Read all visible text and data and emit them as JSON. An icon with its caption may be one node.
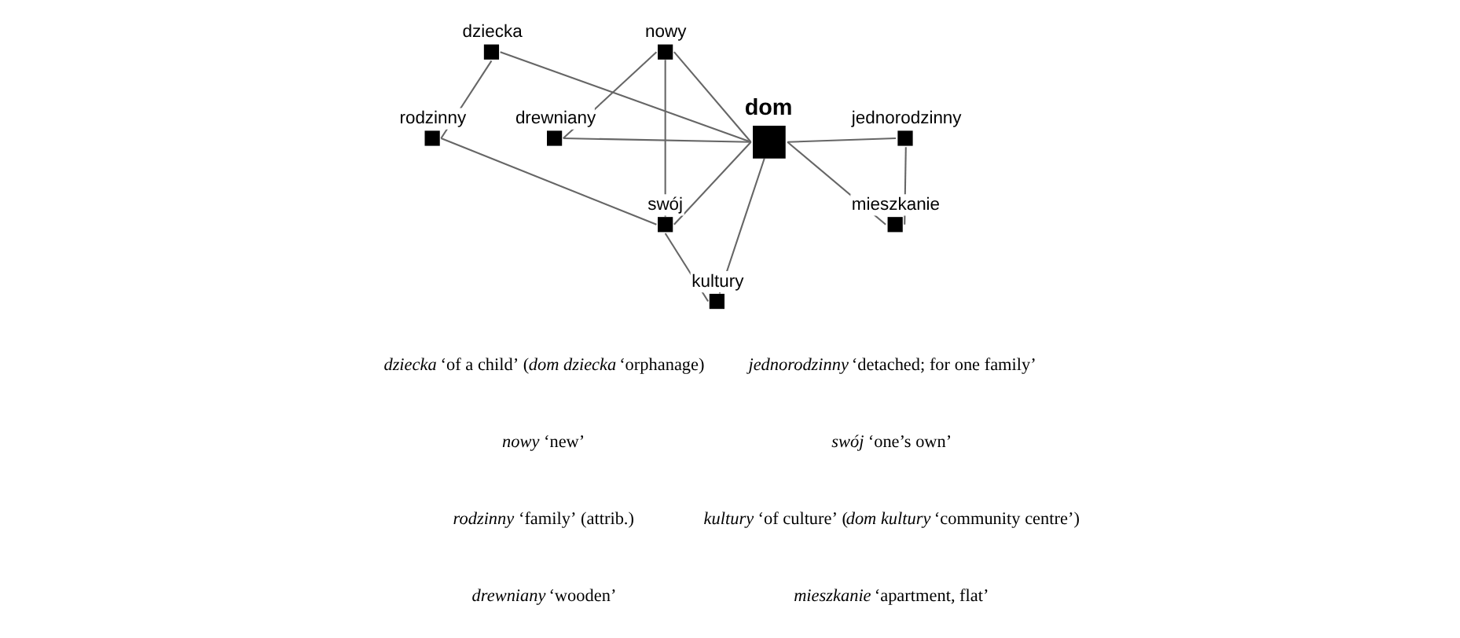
{
  "diagram": {
    "nodes": [
      {
        "text": [
          "dziecka"
        ]
      },
      {
        "text": [
          "nowy"
        ]
      },
      {
        "text": [
          "jednorodzinny"
        ]
      },
      {
        "text": [
          "rodzinny"
        ]
      },
      {
        "text": [
          "drewniany"
        ]
      },
      {
        "text": [
          "dom"
        ]
      },
      {
        "text": [
          "swój"
        ]
      },
      {
        "text": [
          "mieszkanie"
        ]
      },
      {
        "text": [
          "kultury"
        ]
      }
    ],
    "edges": [
      {
        "from": 0,
        "to": 3,
        "arrow": "none"
      },
      {
        "from": 0,
        "to": 5,
        "arrow": "none"
      },
      {
        "from": 1,
        "to": 4,
        "arrow": "none"
      },
      {
        "from": 1,
        "to": 6,
        "arrow": "none"
      },
      {
        "from": 1,
        "to": 5,
        "arrow": "none"
      },
      {
        "from": 4,
        "to": 5,
        "arrow": "none"
      },
      {
        "from": 3,
        "to": 6,
        "arrow": "none"
      },
      {
        "from": 6,
        "to": 5,
        "arrow": "none"
      },
      {
        "from": 6,
        "to": 8,
        "arrow": "none"
      },
      {
        "from": 8,
        "to": 5,
        "arrow": "none"
      },
      {
        "from": 5,
        "to": 2,
        "arrow": "none"
      },
      {
        "from": 5,
        "to": 7,
        "arrow": "none"
      },
      {
        "from": 2,
        "to": 7,
        "arrow": "none"
      }
    ],
    "labels": [
      "*dziecka* ‘of a child’ (*dom dziecka* ‘orphanage)",
      "*nowy* ‘new’",
      "*rodzinny* ‘family’ (attrib.)",
      "*drewniany* ‘wooden’",
      "*jednorodzinny* ‘detached; for one family’",
      "*swój* ‘one’s own’",
      "*kultury* ‘of culture’ (*dom kultury* ‘community centre’)",
      "*mieszkanie* ‘apartment, flat’"
    ]
  }
}
